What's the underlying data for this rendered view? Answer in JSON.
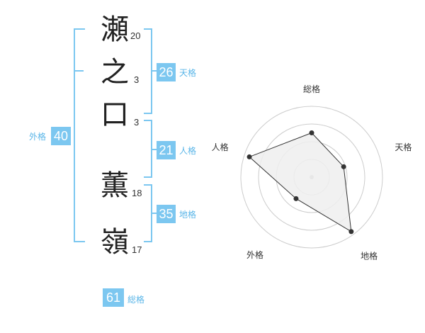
{
  "name": {
    "chars": [
      {
        "char": "瀬",
        "strokes": "20"
      },
      {
        "char": "之",
        "strokes": "3"
      },
      {
        "char": "口",
        "strokes": "3"
      },
      {
        "char": "薫",
        "strokes": "18"
      },
      {
        "char": "嶺",
        "strokes": "17"
      }
    ]
  },
  "scores": {
    "tenkaku": {
      "value": "26",
      "label": "天格"
    },
    "jinkaku": {
      "value": "21",
      "label": "人格"
    },
    "chikaku": {
      "value": "35",
      "label": "地格"
    },
    "gaikaku": {
      "value": "40",
      "label": "外格"
    },
    "soukaku": {
      "value": "61",
      "label": "総格"
    }
  },
  "chart_data": {
    "type": "radar",
    "axes": [
      "総格",
      "天格",
      "地格",
      "外格",
      "人格"
    ],
    "levels": 4,
    "max": 4,
    "values": [
      2.5,
      1.9,
      3.8,
      1.5,
      3.7
    ],
    "grid": true,
    "colors": {
      "fill": "#eeeeee",
      "stroke": "#333333",
      "grid": "#cccccc",
      "accent": "#7cc7f0"
    }
  }
}
